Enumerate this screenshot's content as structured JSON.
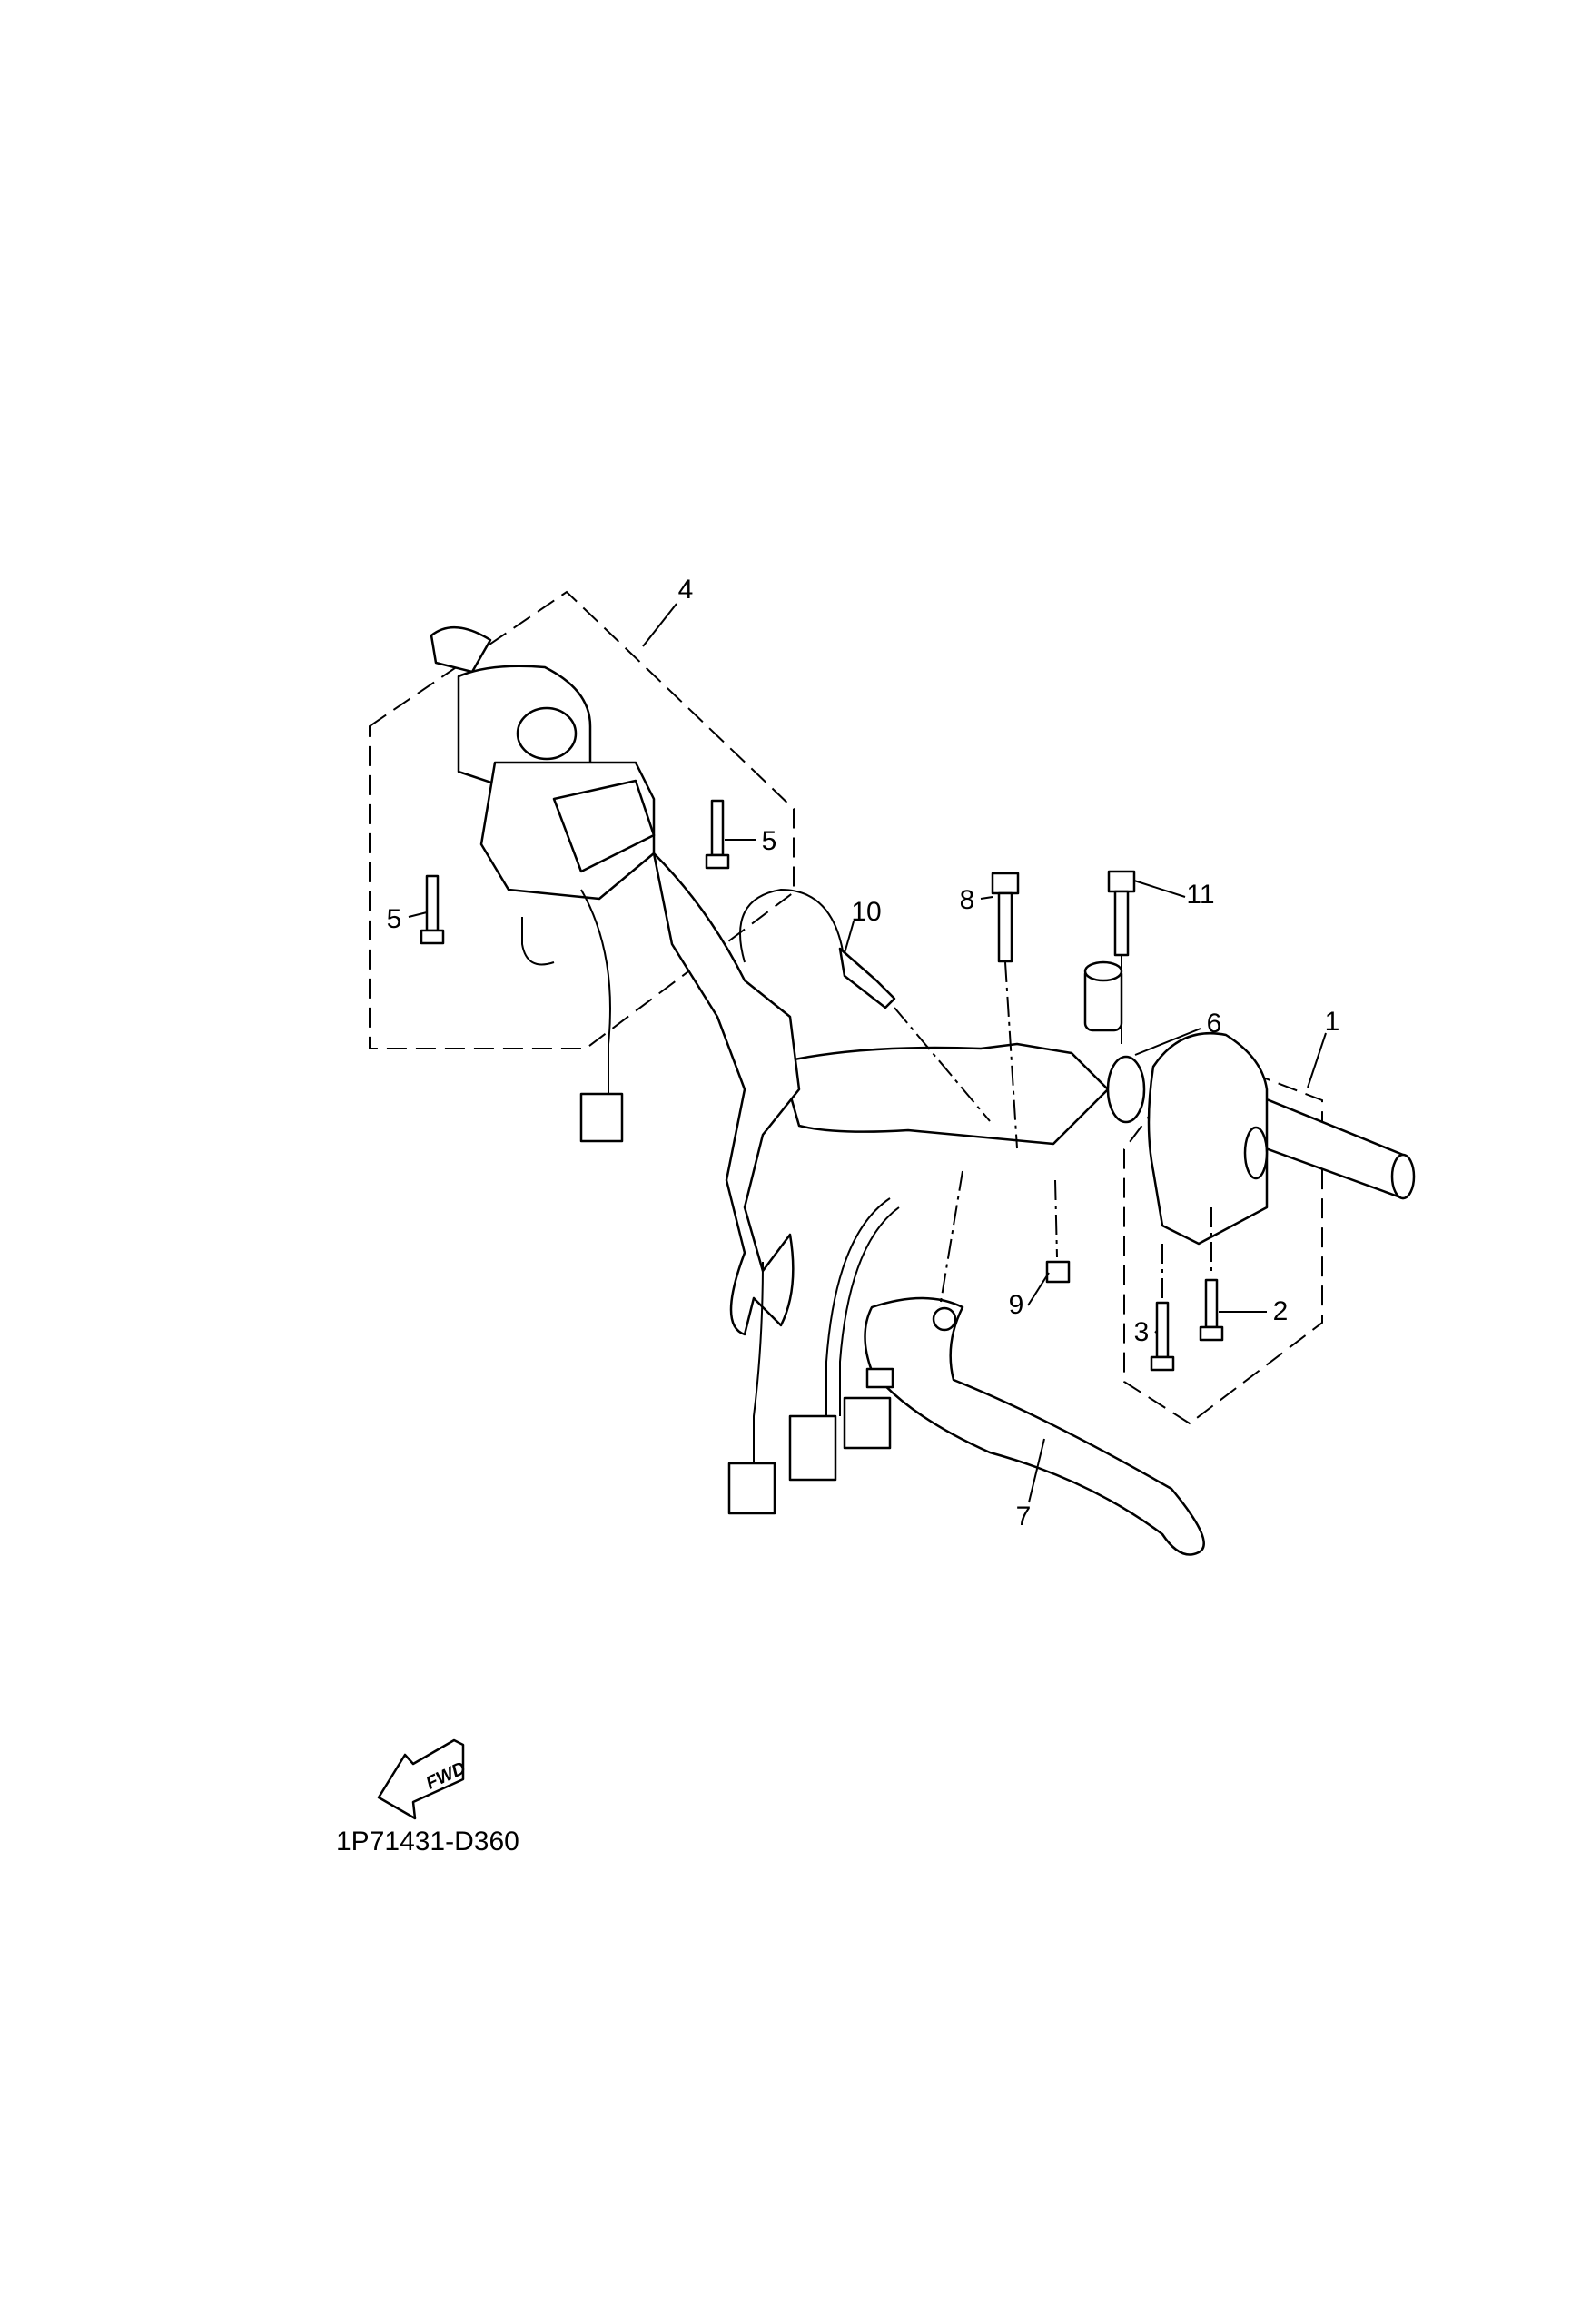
{
  "diagram": {
    "callouts": [
      {
        "id": "1",
        "label": "1"
      },
      {
        "id": "2",
        "label": "2"
      },
      {
        "id": "3",
        "label": "3"
      },
      {
        "id": "4",
        "label": "4"
      },
      {
        "id": "5a",
        "label": "5"
      },
      {
        "id": "5b",
        "label": "5"
      },
      {
        "id": "6",
        "label": "6"
      },
      {
        "id": "7",
        "label": "7"
      },
      {
        "id": "8",
        "label": "8"
      },
      {
        "id": "9",
        "label": "9"
      },
      {
        "id": "10",
        "label": "10"
      },
      {
        "id": "11",
        "label": "11"
      }
    ],
    "fwd_arrow_text": "FWD",
    "drawing_code": "1P71431-D360"
  }
}
